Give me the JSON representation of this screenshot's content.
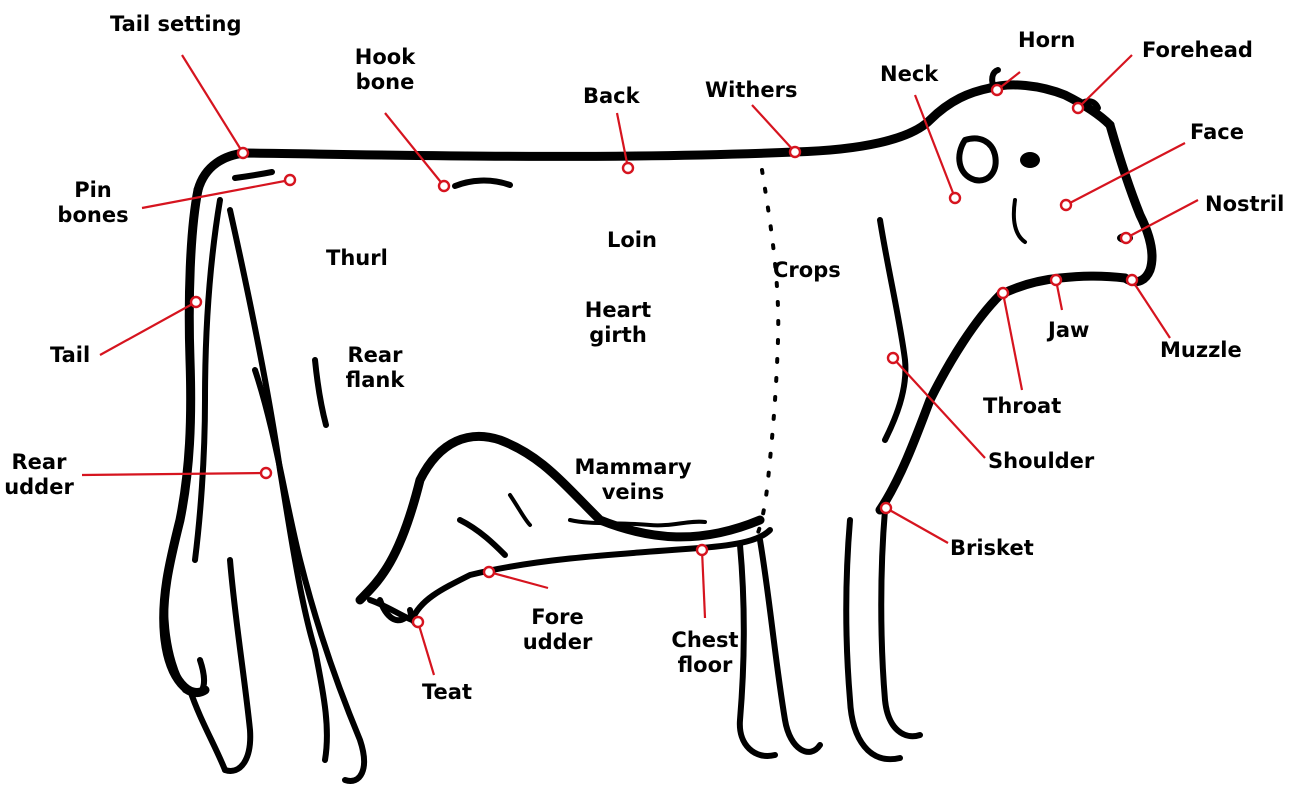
{
  "labels": {
    "tail_setting": "Tail setting",
    "hook_bone_1": "Hook",
    "hook_bone_2": "bone",
    "back": "Back",
    "withers": "Withers",
    "neck": "Neck",
    "horn": "Horn",
    "forehead": "Forehead",
    "face": "Face",
    "nostril": "Nostril",
    "pin_bones_1": "Pin",
    "pin_bones_2": "bones",
    "thurl": "Thurl",
    "loin": "Loin",
    "crops": "Crops",
    "heart_girth_1": "Heart",
    "heart_girth_2": "girth",
    "tail": "Tail",
    "rear_flank_1": "Rear",
    "rear_flank_2": "flank",
    "jaw": "Jaw",
    "muzzle": "Muzzle",
    "throat": "Throat",
    "shoulder": "Shoulder",
    "rear_udder_1": "Rear",
    "rear_udder_2": "udder",
    "mammary_veins_1": "Mammary",
    "mammary_veins_2": "veins",
    "brisket": "Brisket",
    "fore_udder_1": "Fore",
    "fore_udder_2": "udder",
    "chest_floor_1": "Chest",
    "chest_floor_2": "floor",
    "teat": "Teat"
  },
  "colors": {
    "leader": "#d6141f",
    "outline": "#000000",
    "background": "#ffffff"
  }
}
